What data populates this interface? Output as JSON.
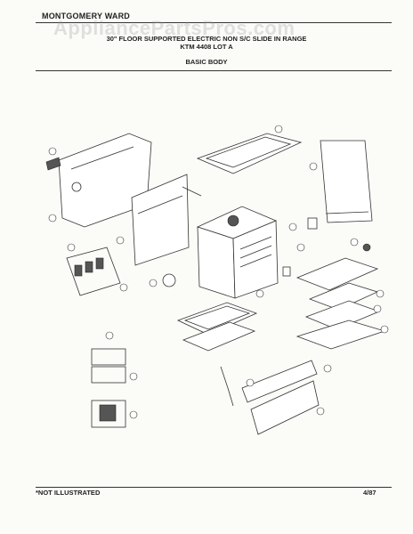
{
  "header": {
    "brand": "MONTGOMERY WARD",
    "line1": "30\" FLOOR SUPPORTED ELECTRIC NON S/C SLIDE IN RANGE",
    "line2": "KTM 4408 LOT A",
    "section": "BASIC BODY"
  },
  "watermark": "AppliancePartsPros.com",
  "footer": {
    "note": "*NOT ILLUSTRATED",
    "date": "4/87"
  }
}
